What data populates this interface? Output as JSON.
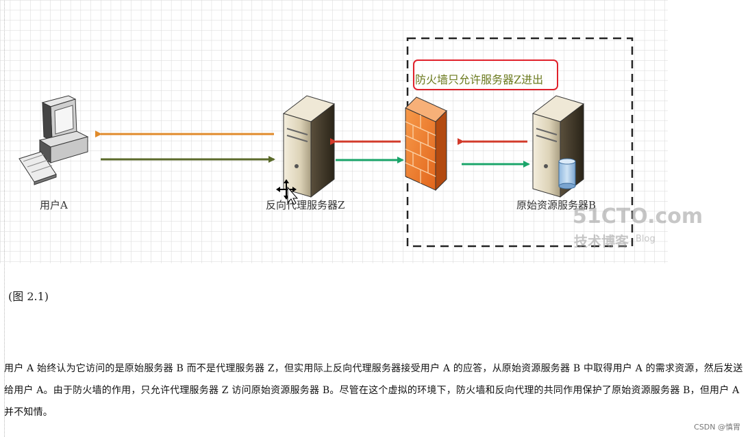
{
  "diagram": {
    "user_label": "用户A",
    "proxy_label": "反向代理服务器Z",
    "origin_label": "原始资源服务器B",
    "firewall_note": "防火墙只允许服务器Z进出",
    "logo_text": "51CTO.com",
    "logo_sub": "技术博客",
    "logo_blog": "Blog"
  },
  "caption": "(图 2.1)",
  "paragraph": "用户 A 始终认为它访问的是原始服务器 B 而不是代理服务器 Z，但实用际上反向代理服务器接受用户 A 的应答，从原始资源服务器 B 中取得用户 A 的需求资源，然后发送给用户 A。由于防火墙的作用，只允许代理服务器 Z 访问原始资源服务器 B。尽管在这个虚拟的环境下，防火墙和反向代理的共同作用保护了原始资源服务器 B，但用户 A 并不知情。",
  "watermark": "CSDN @慎胃",
  "colors": {
    "grid": "#d6d6d6",
    "arrow_orange": "#e08a2a",
    "arrow_olive": "#5a6a2a",
    "arrow_red": "#d23a2a",
    "arrow_green": "#1aa56a",
    "highlight_box": "#e0202a",
    "firewall": "#f07a2a"
  }
}
